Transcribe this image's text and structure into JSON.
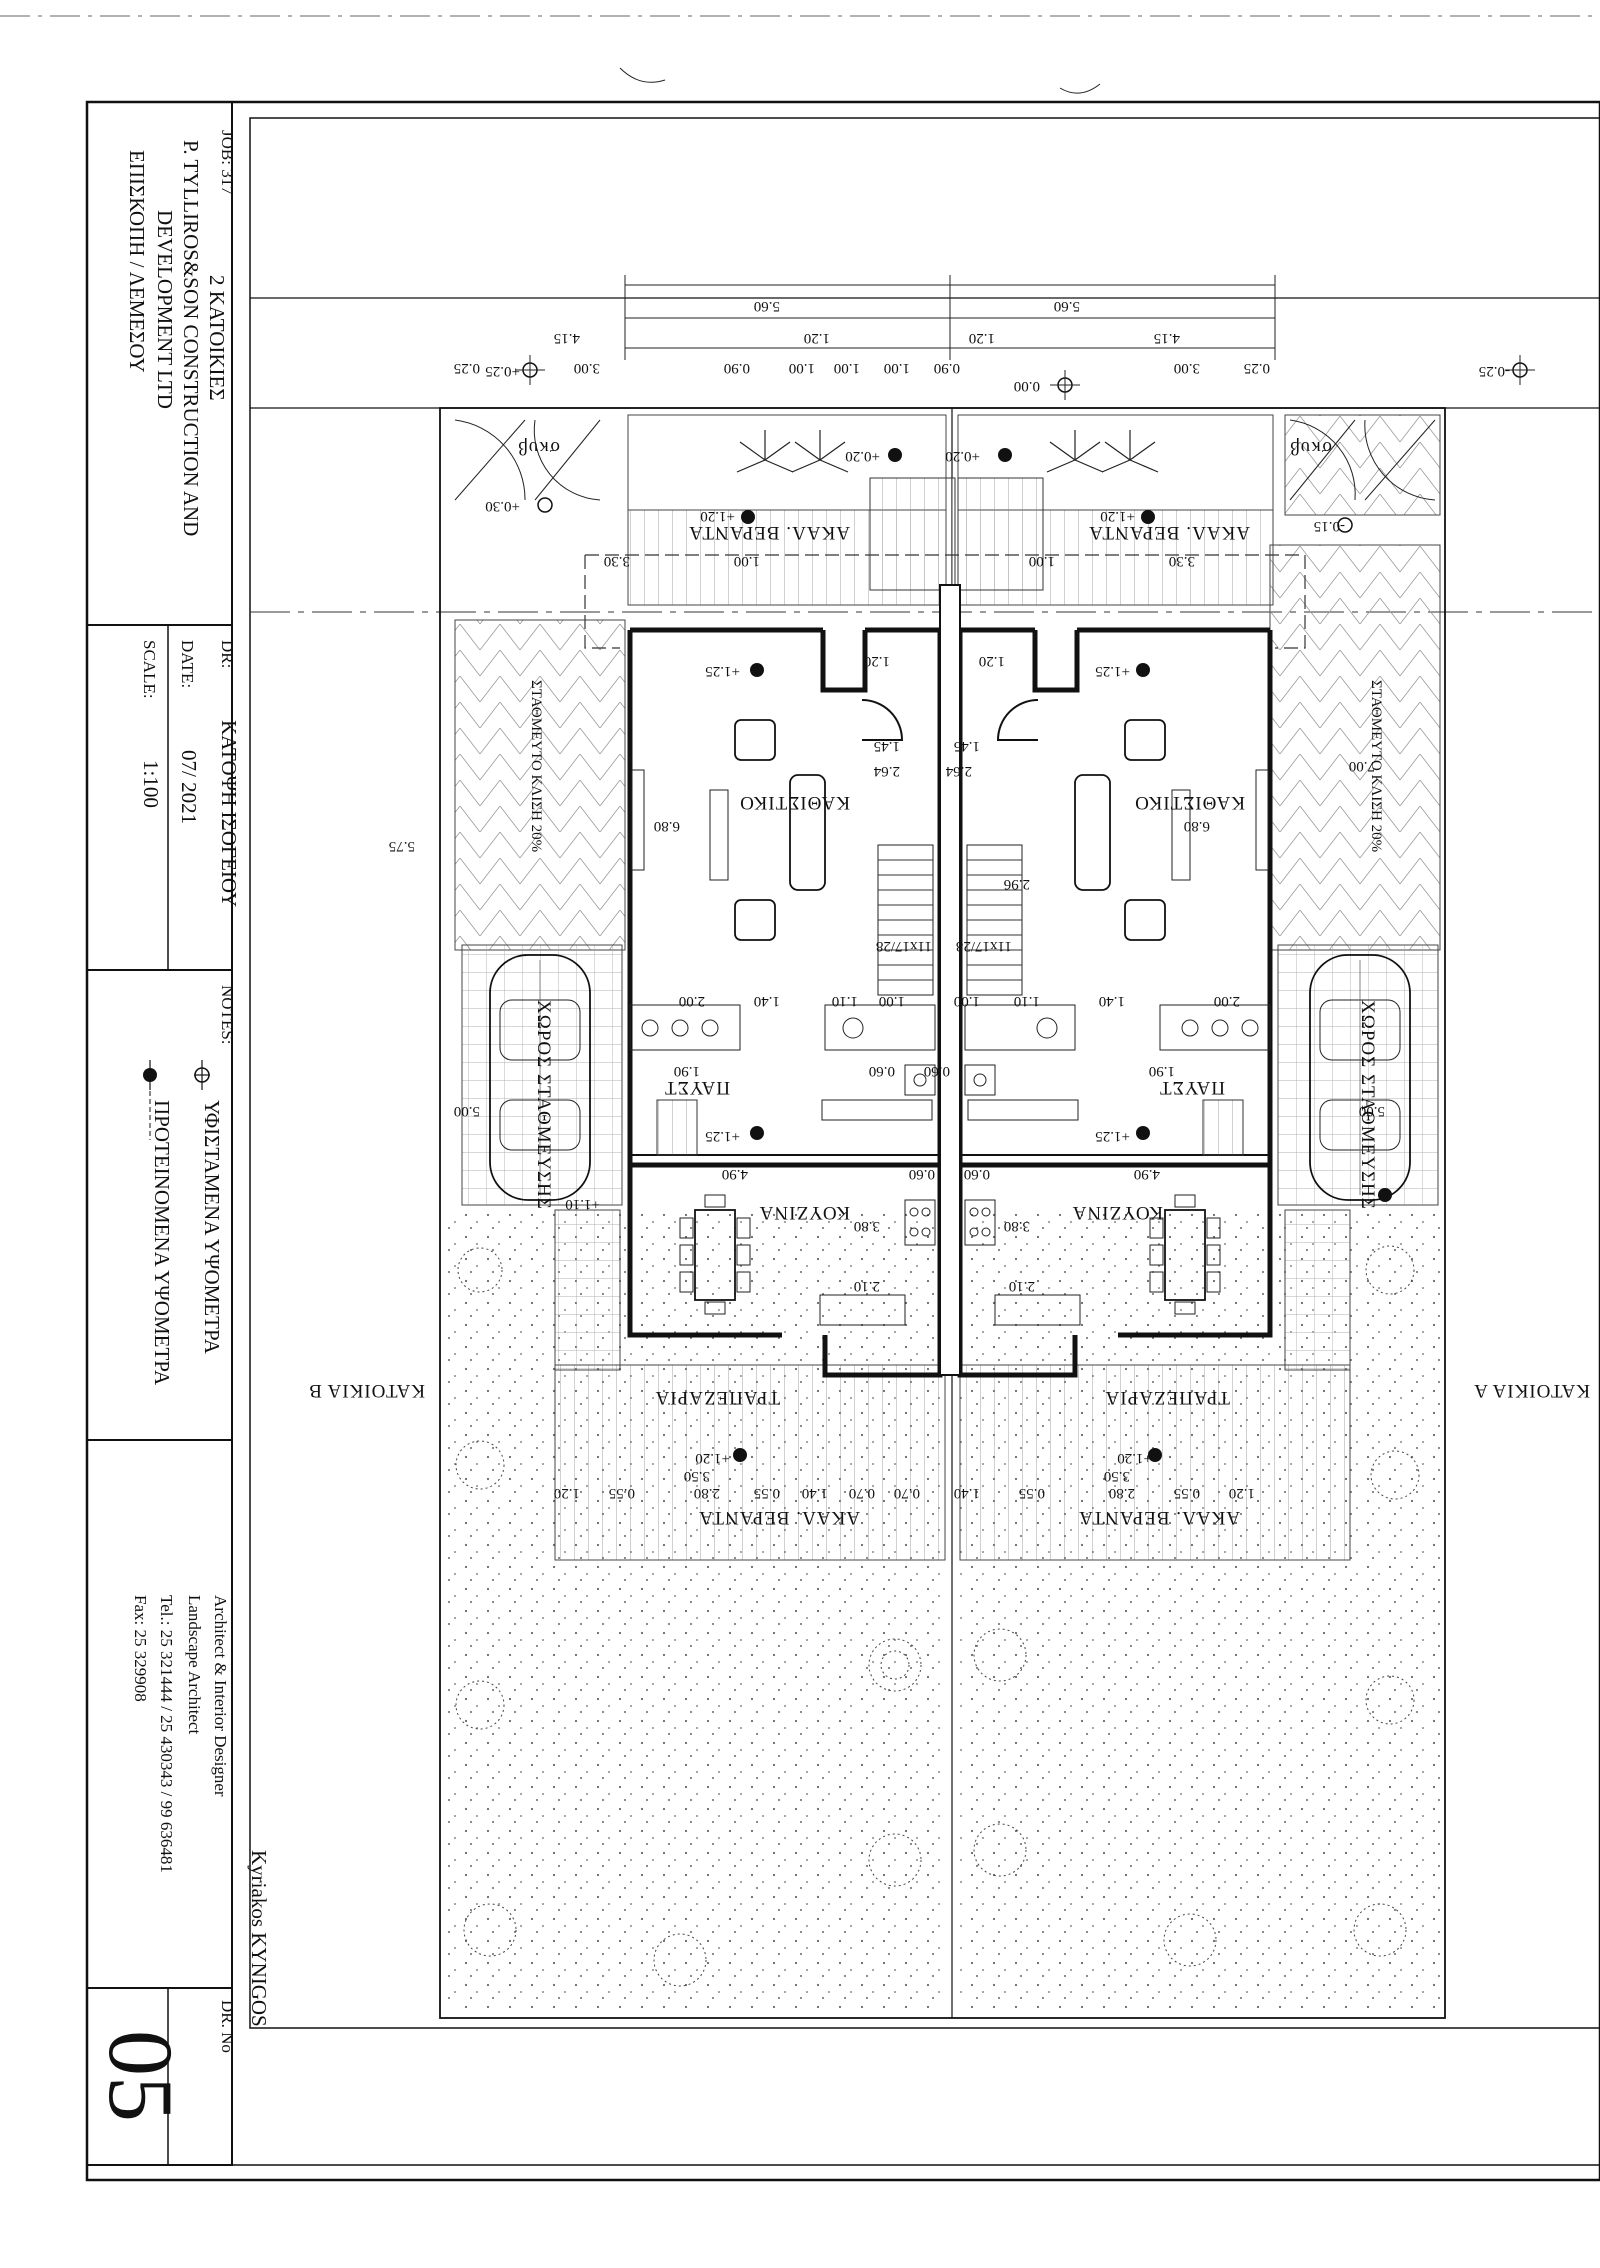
{
  "title_block": {
    "job": "JOB: 317",
    "project": "2 ΚΑΤΟΙΚΙΕΣ",
    "client_line1": "P. TYLLIROS&SON CONSTRUCTION AND",
    "client_line2": "DEVELOPMENT LTD",
    "location": "ΕΠΙΣΚΟΠΗ / ΛΕΜΕΣΟΥ",
    "dr_label": "DR:",
    "dr_value": "ΚΑΤΟΨΗ ΙΣΟΓΕΙΟΥ",
    "date_label": "DATE:",
    "date_value": "07/ 2021",
    "scale_label": "SCALE:",
    "scale_value": "1:100",
    "notes_label": "NOTES:",
    "note_existing": "ΥΦΙΣΤΑΜΕΝΑ ΥΨΟΜΕΤΡΑ",
    "note_proposed": "ΠΡΟΤΕΙΝΟΜΕΝΑ ΥΨΟΜΕΤΡΑ",
    "architect_role1": "Architect & Interior Designer",
    "architect_role2": "Landscape Architect",
    "tel": "Tel.: 25 321444 / 25 430343 / 99 636481",
    "fax": "Fax: 25 329908",
    "architect_name": "Kyriakos KYNIGOS",
    "dr_no_label": "DR. No",
    "dr_no_value": "05"
  },
  "plan": {
    "house_a_label": "ΚΑΤΟΙΚΙΑ Α",
    "house_b_label": "ΚΑΤΟΙΚΙΑ Β",
    "rooms": {
      "living": "ΚΑΘΙΣΤΙΚΟ",
      "kitchen": "ΚΟΥΖΙΝΑ",
      "dining": "ΤΡΑΠΕΖΑΡΙΑ",
      "wc": "ΠΑΥΣΤ",
      "parking": "ΧΩΡΟΣ ΣΤΑΘΜΕΥΣΗΣ",
      "veranda": "ΑΚΑΛ. ΒΕΡΑΝΤΑ",
      "parking_cover": "ΣΤΑΘΜΕΥΤΟ ΚΛΙΣΗ 20%",
      "shrub": "σκυβ"
    },
    "levels": {
      "street_a": "-0.25",
      "street_b": "+0.25",
      "zero": "0.00",
      "entry": "+0.20",
      "gate": "+0.30",
      "gate_b": "-0.15",
      "veranda_front": "+1.20",
      "floor": "+1.25",
      "veranda_rear": "+1.20",
      "parking_end": "+1.10"
    },
    "dims": {
      "overall": "5.60",
      "sub_a": "4.15",
      "sub_b": "1.20",
      "sub_c": "0.25",
      "seg_300": "3.00",
      "seg_090": "0.90",
      "seg_100": "1.00",
      "seg_330": "3.30",
      "seg_120": "1.20",
      "seg_145": "1.45",
      "seg_264": "2.64",
      "seg_680": "6.80",
      "seg_296": "2.96",
      "seg_575": "5.75",
      "seg_700": "7.00",
      "seg_200": "2.00",
      "seg_140": "1.40",
      "seg_110": "1.10",
      "seg_190": "1.90",
      "seg_060": "0.60",
      "seg_490": "4.90",
      "seg_380": "3.80",
      "seg_210": "2.10",
      "seg_350": "3.50",
      "seg_280": "2.80",
      "seg_055": "0.55",
      "seg_070": "0.70",
      "seg_500": "5.00",
      "stair": "11x17/28"
    }
  }
}
